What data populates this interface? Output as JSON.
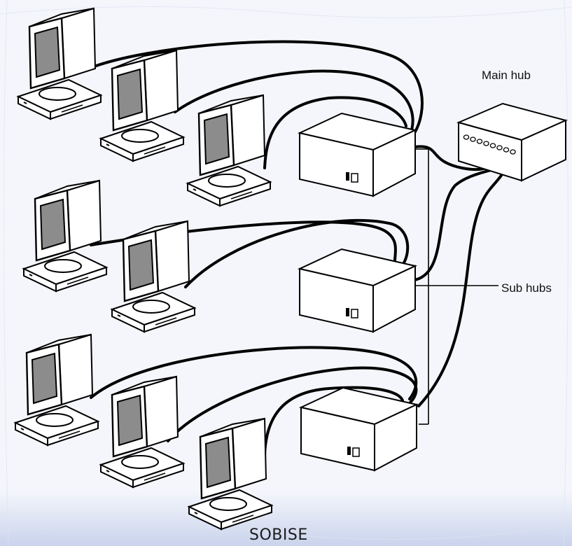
{
  "labels": {
    "main_hub": "Main hub",
    "sub_hubs": "Sub hubs",
    "footer": "SOBISE"
  },
  "diagram": {
    "groups": [
      {
        "sub_hub": 1,
        "computers": 3
      },
      {
        "sub_hub": 2,
        "computers": 2
      },
      {
        "sub_hub": 3,
        "computers": 3
      }
    ],
    "main_hub_ports": 8
  },
  "colors": {
    "background": "#f4f6fb",
    "line": "#000000",
    "device_fill": "#ffffff",
    "screen": "#8c8c8c",
    "accent_pattern": "#d9dff0"
  }
}
